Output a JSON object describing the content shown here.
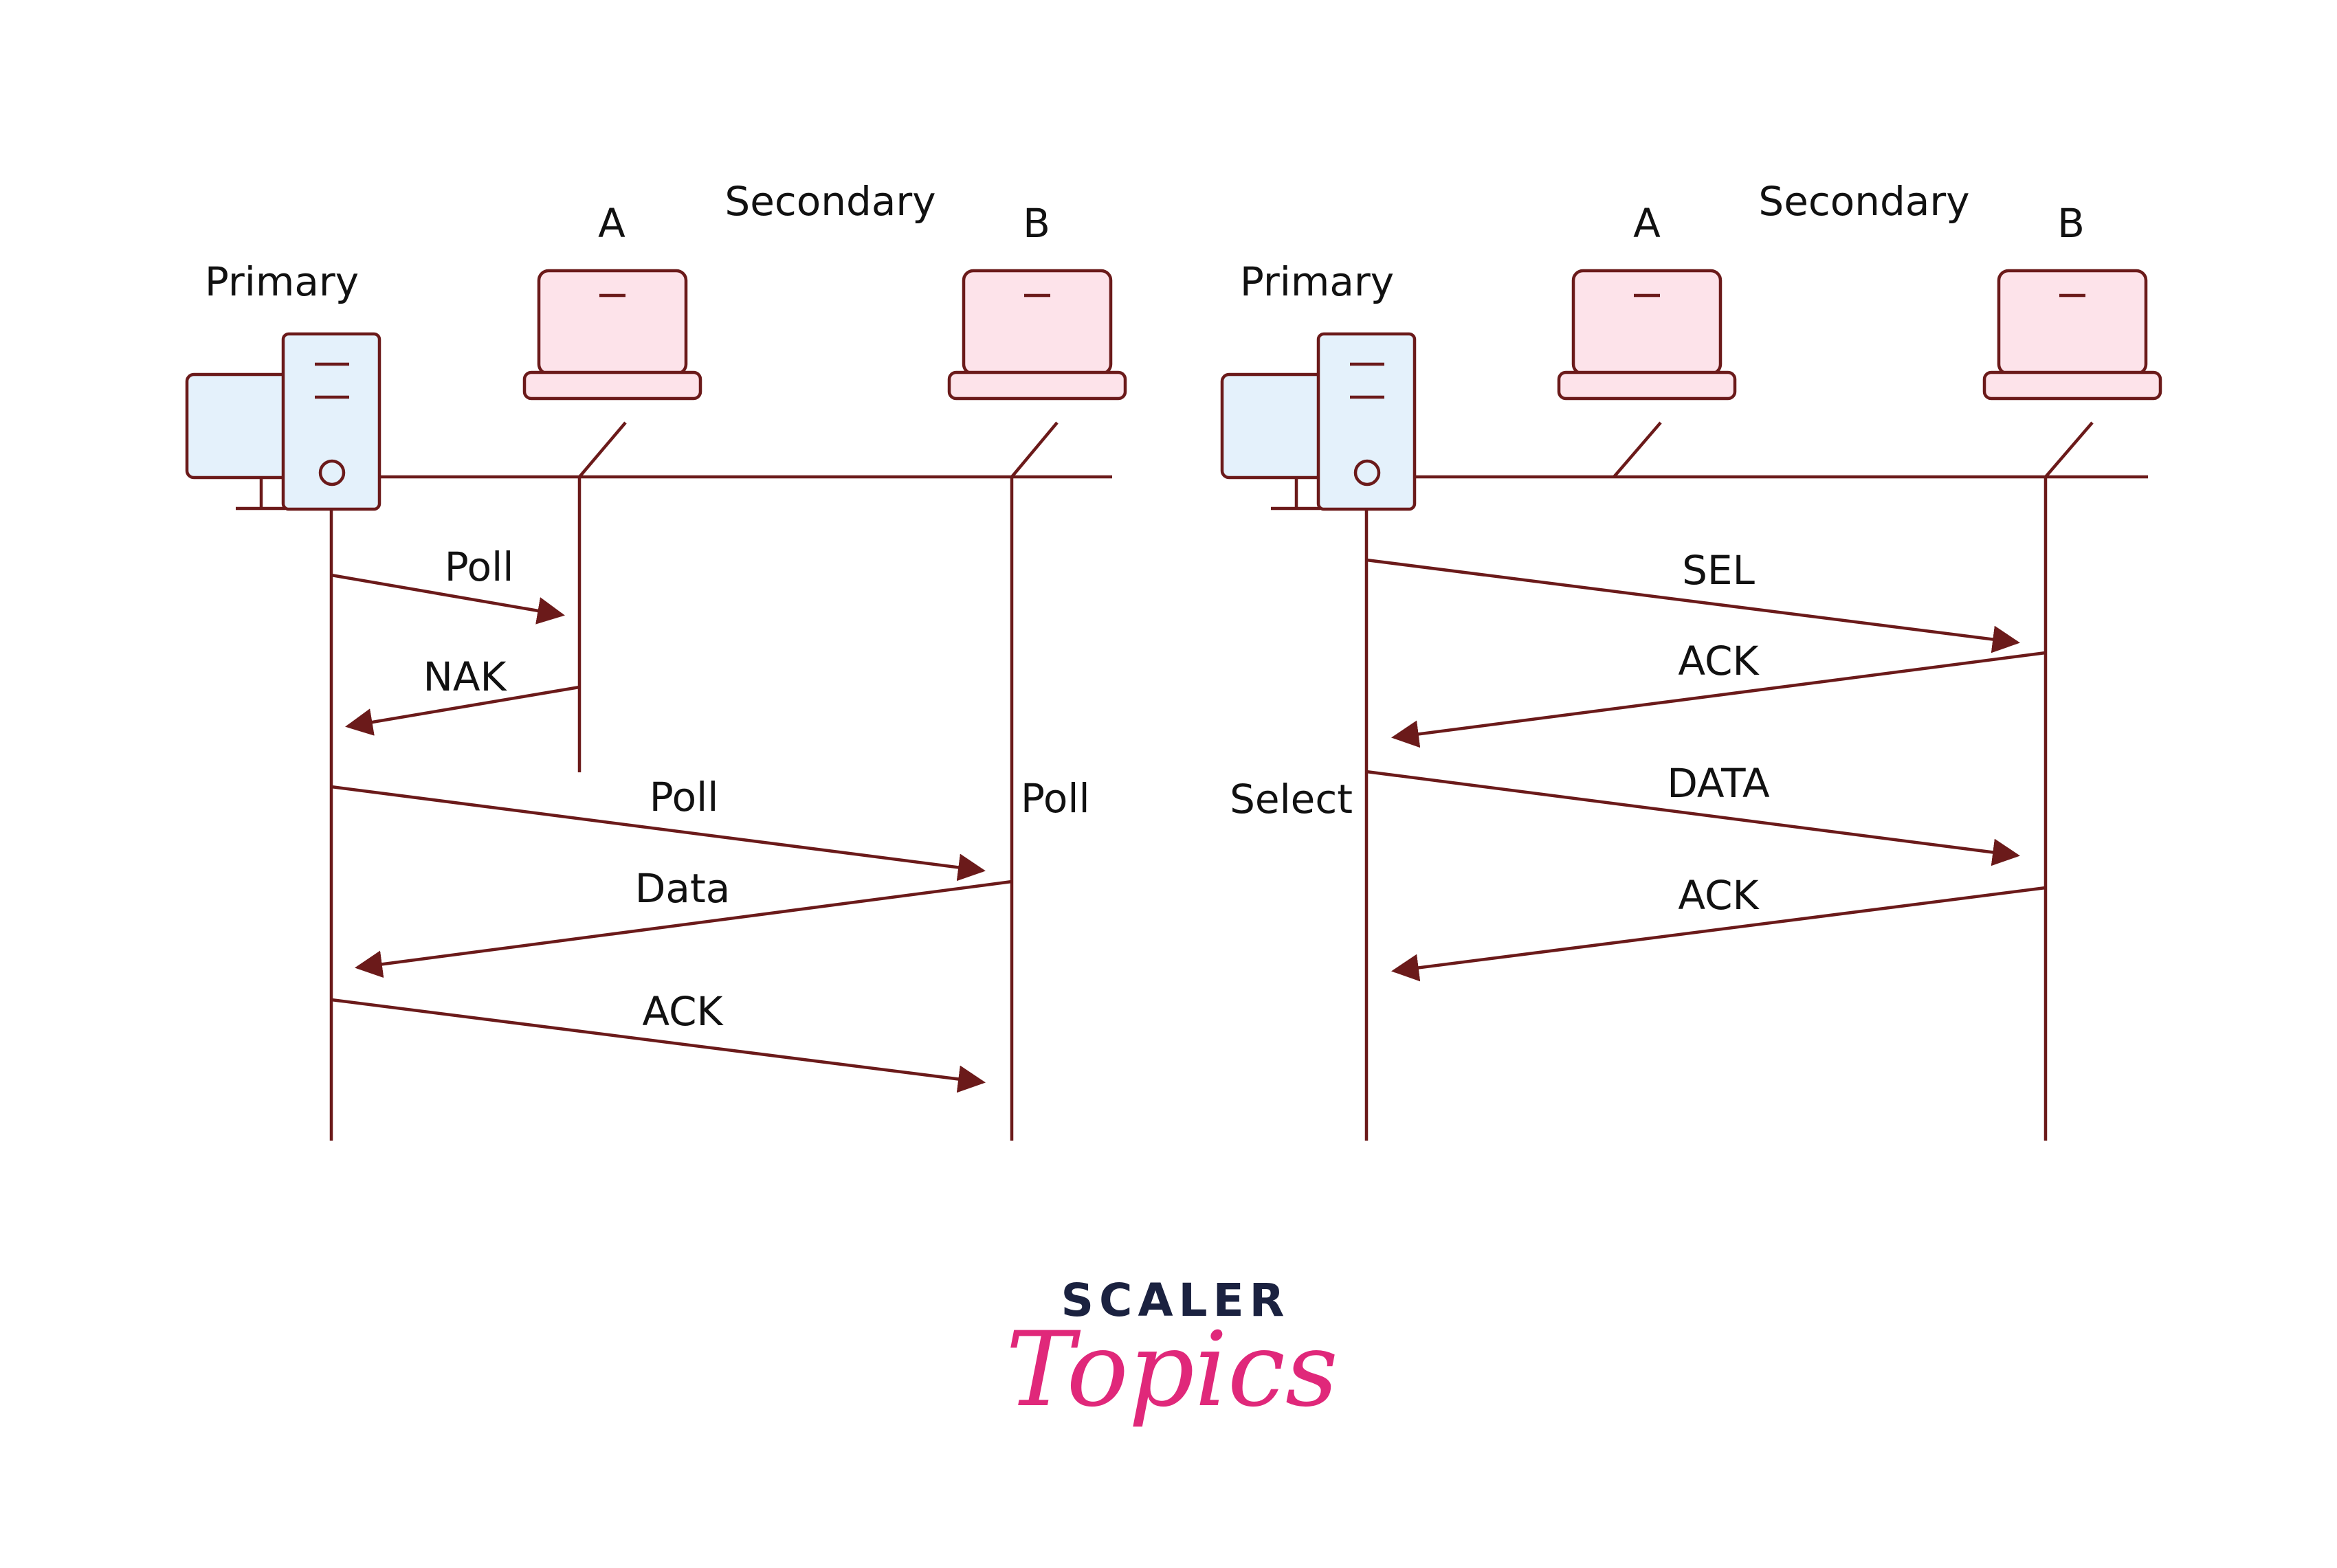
{
  "diagrams": [
    {
      "primary_label": "Primary",
      "secondary_label": "Secondary",
      "station_a_label": "A",
      "station_b_label": "B",
      "side_label_right": "Poll",
      "messages": [
        "Poll",
        "NAK",
        "Poll",
        "Data",
        "ACK"
      ]
    },
    {
      "primary_label": "Primary",
      "secondary_label": "Secondary",
      "station_a_label": "A",
      "station_b_label": "B",
      "side_label_left": "Select",
      "messages": [
        "SEL",
        "ACK",
        "DATA",
        "ACK"
      ]
    }
  ],
  "brand": {
    "top": "SCALER",
    "bottom": "Topics"
  },
  "colors": {
    "line": "#6b1a1a",
    "desktop_fill": "#e4f1fb",
    "laptop_fill": "#fde3ea",
    "brand_dark": "#1b2240",
    "brand_pink": "#e0287a"
  }
}
